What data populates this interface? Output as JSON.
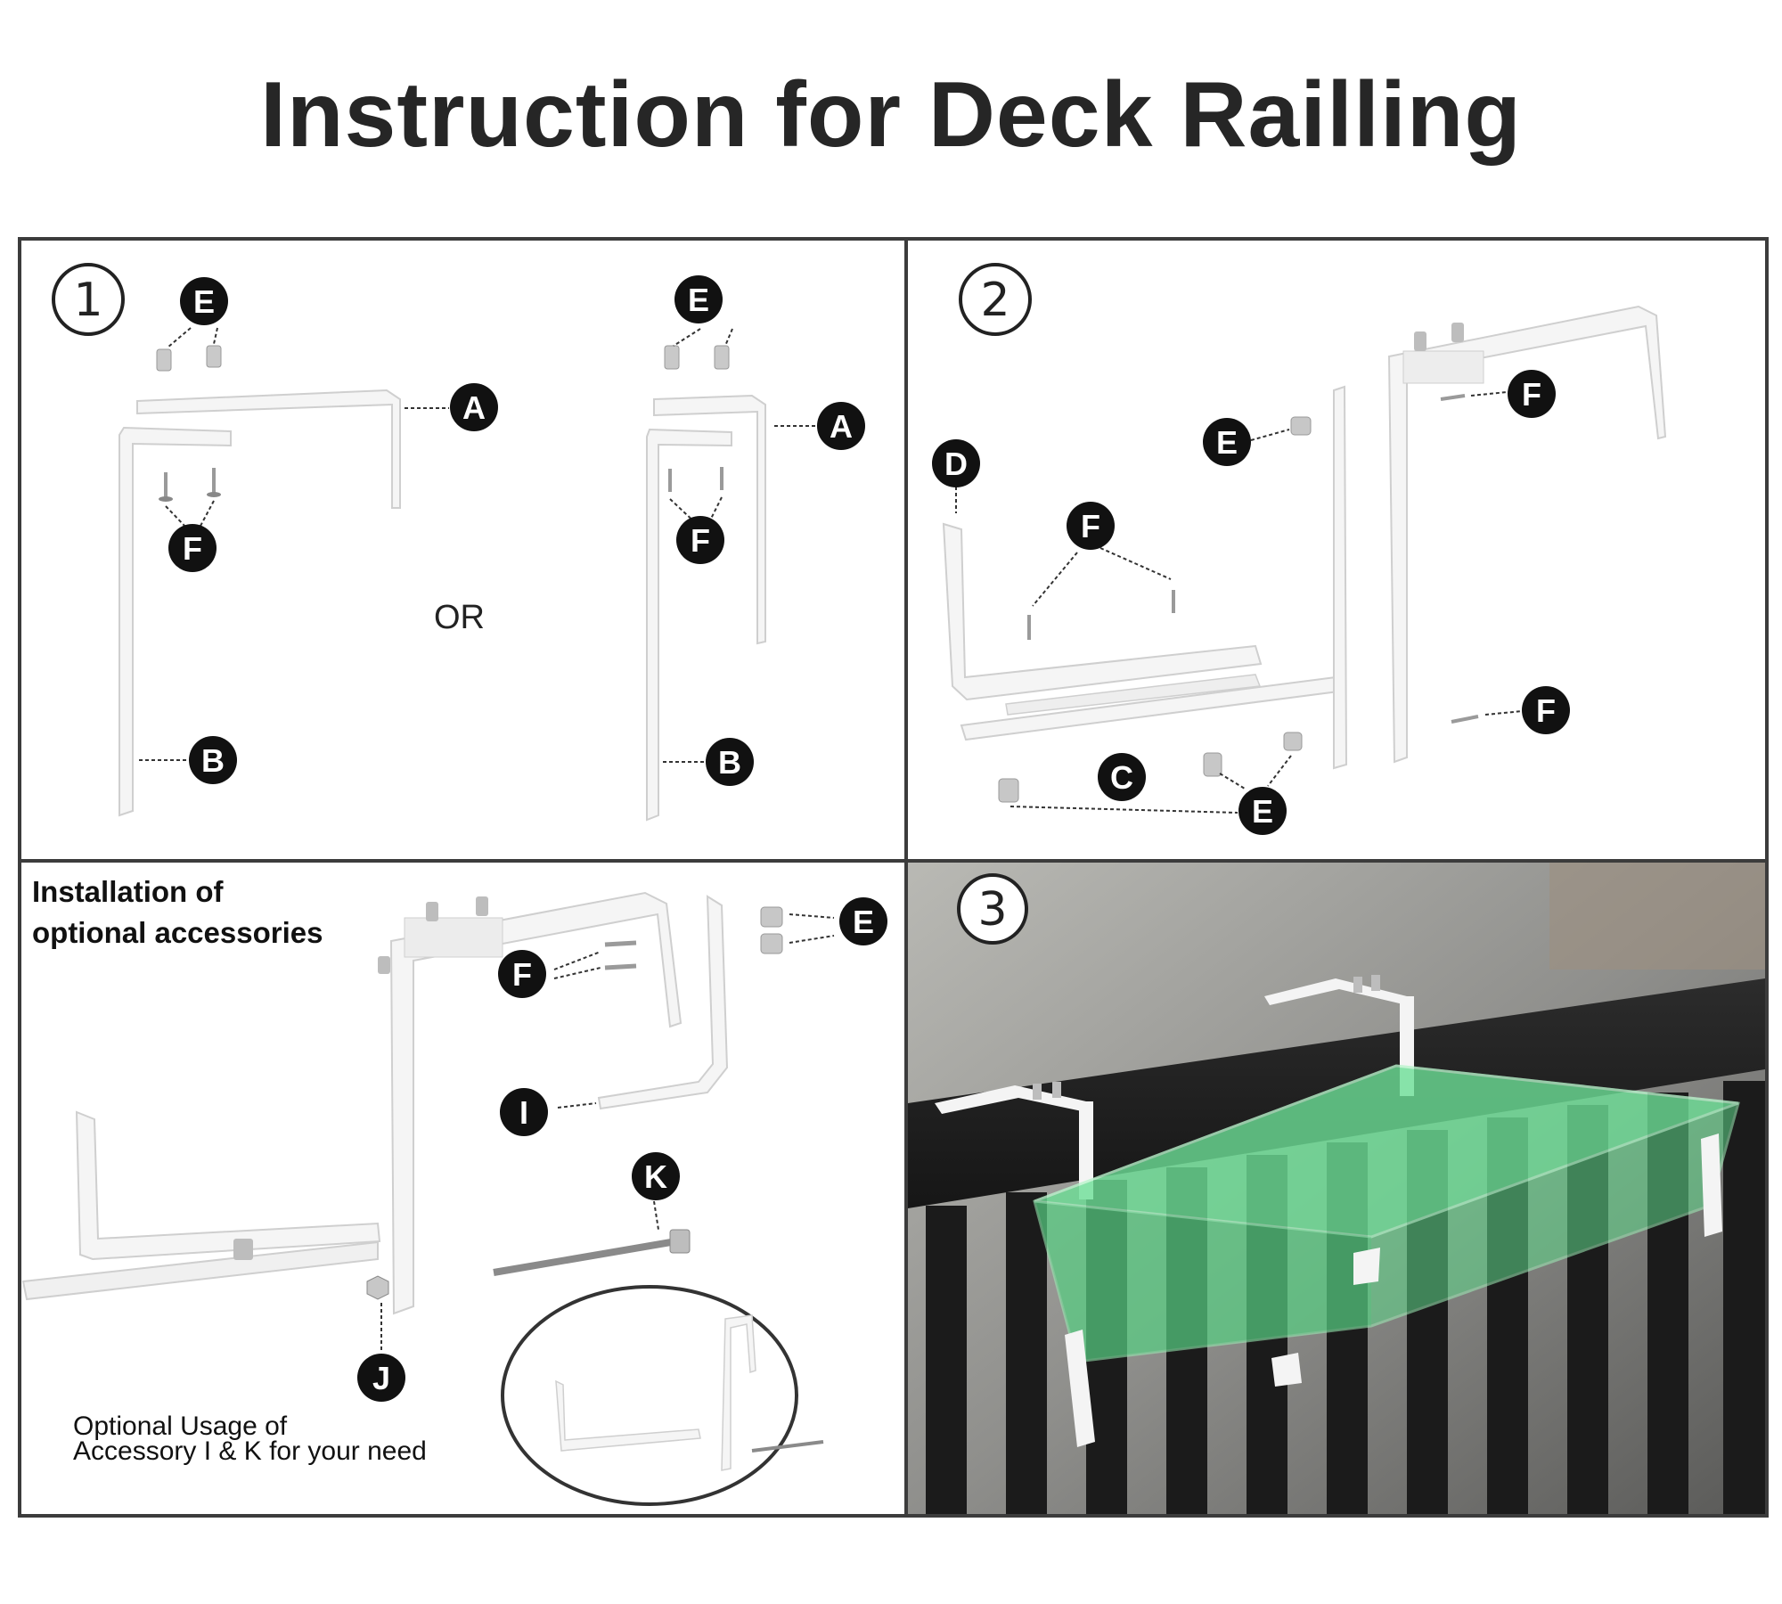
{
  "title": "Instruction for Deck Railling",
  "steps": [
    "①",
    "②",
    "③"
  ],
  "panel1": {
    "or_text": "OR",
    "labels": {
      "e": "E",
      "a": "A",
      "f": "F",
      "b": "B"
    }
  },
  "panel2": {
    "labels": {
      "d": "D",
      "e": "E",
      "f": "F",
      "c": "C"
    }
  },
  "panel4": {
    "heading_line1": "Installation of",
    "heading_line2": "optional accessories",
    "note_line1": "Optional Usage of",
    "note_line2": "Accessory I & K for your need",
    "labels": {
      "e": "E",
      "f": "F",
      "i": "I",
      "k": "K",
      "j": "J"
    }
  },
  "colors": {
    "frame": "#3c3c3c",
    "label_fill": "#111111",
    "bracket": "#f4f4f4",
    "planter": "#5fd98a",
    "railing": "#262626"
  }
}
